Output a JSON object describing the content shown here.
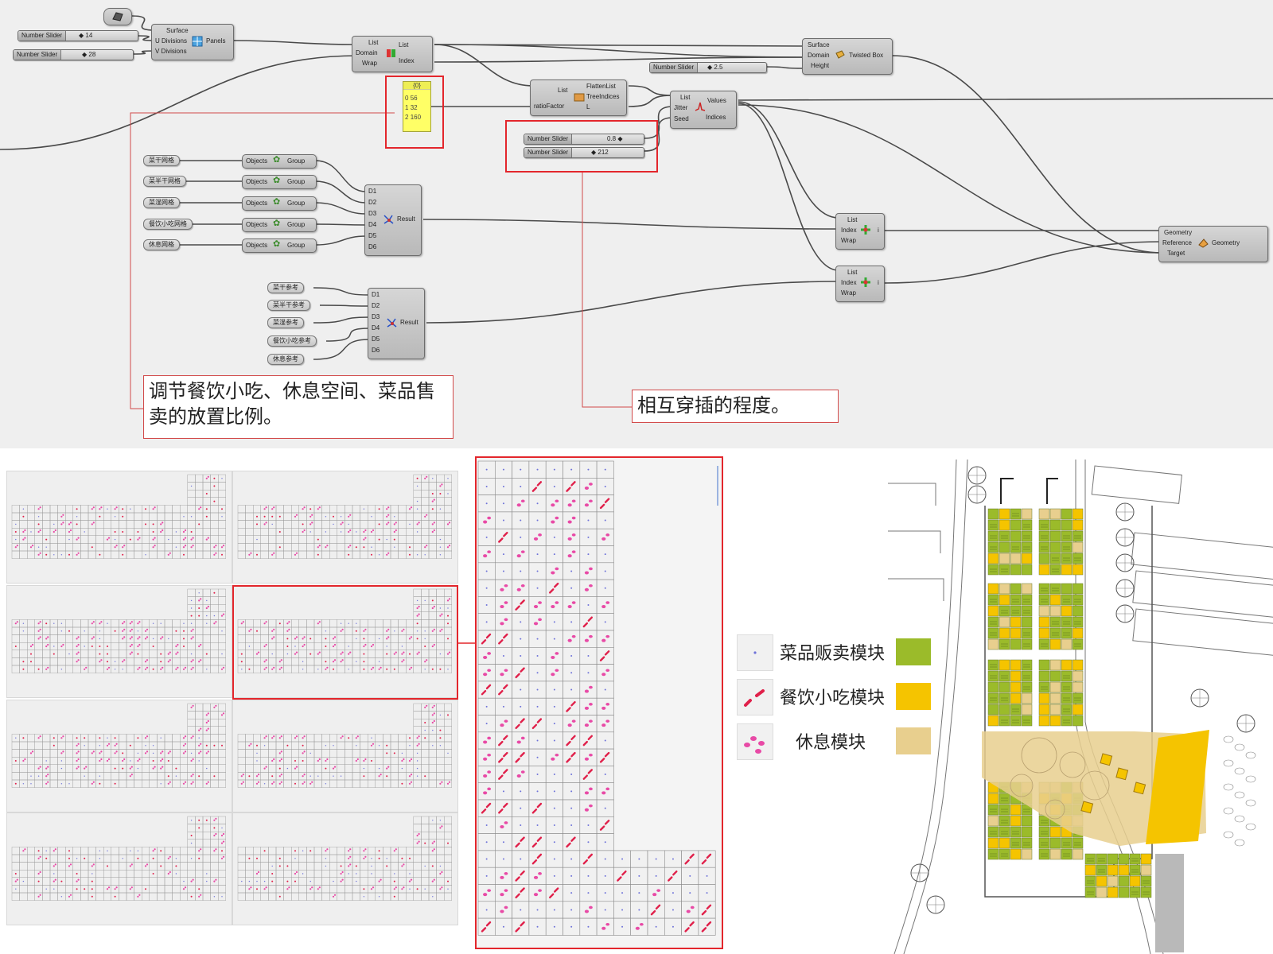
{
  "canvas": {
    "background": "#efefef",
    "wire_color": "#4a4a4a",
    "highlight_color": "#e3262c"
  },
  "sliders": [
    {
      "id": "s1",
      "name": "Number Slider",
      "value": "◆ 14"
    },
    {
      "id": "s2",
      "name": "Number Slider",
      "value": "◆ 28"
    },
    {
      "id": "s3",
      "name": "Number Slider",
      "value": "◆ 2.5"
    },
    {
      "id": "s4",
      "name": "Number Slider",
      "value": "0.8 ◆"
    },
    {
      "id": "s5",
      "name": "Number Slider",
      "value": "◆ 212"
    }
  ],
  "components": {
    "panels": {
      "inputs": [
        "Surface",
        "U Divisions",
        "V Divisions"
      ],
      "outputs": [
        "Panels"
      ]
    },
    "list_item_top": {
      "inputs": [
        "List",
        "Domain",
        "Wrap"
      ],
      "outputs": [
        "List",
        "Index"
      ]
    },
    "twisted_box": {
      "inputs": [
        "Surface",
        "Domain",
        "Height"
      ],
      "outputs": [
        "Twisted Box"
      ]
    },
    "flatten": {
      "inputs": [
        "List",
        "ratioFactor"
      ],
      "outputs": [
        "FlattenList",
        "TreeIndices",
        "L"
      ]
    },
    "jitter": {
      "inputs": [
        "List",
        "Jitter",
        "Seed"
      ],
      "outputs": [
        "Values",
        "Indices"
      ]
    },
    "merge1": {
      "inputs": [
        "D1",
        "D2",
        "D3",
        "D4",
        "D5",
        "D6"
      ],
      "outputs": [
        "Result"
      ]
    },
    "merge2": {
      "inputs": [
        "D1",
        "D2",
        "D3",
        "D4",
        "D5",
        "D6"
      ],
      "outputs": [
        "Result"
      ]
    },
    "list_item_a": {
      "inputs": [
        "List",
        "Index",
        "Wrap"
      ],
      "outputs": [
        "i"
      ]
    },
    "list_item_b": {
      "inputs": [
        "List",
        "Index",
        "Wrap"
      ],
      "outputs": [
        "i"
      ]
    },
    "orient": {
      "inputs": [
        "Geometry",
        "Reference",
        "Target"
      ],
      "outputs": [
        "Geometry"
      ]
    },
    "group_in": "Objects",
    "group_out": "Group"
  },
  "yellow_panel": {
    "header": "{0}",
    "rows": [
      {
        "i": "0",
        "v": "56"
      },
      {
        "i": "1",
        "v": "32"
      },
      {
        "i": "2",
        "v": "160"
      }
    ]
  },
  "grid_params": [
    "菜干网格",
    "菜半干网格",
    "菜湿网格",
    "餐饮小吃网格",
    "休息网格"
  ],
  "ref_params": [
    "菜干参考",
    "菜半干参考",
    "菜湿参考",
    "餐饮小吃参考",
    "休息参考"
  ],
  "notes": {
    "left": "调节餐饮小吃、休息空间、菜品售卖的放置比例。",
    "right": "相互穿插的程度。"
  },
  "legend": [
    {
      "label": "菜品贩卖模块",
      "color": "#9bbb2a"
    },
    {
      "label": "餐饮小吃模块",
      "color": "#f5c400"
    },
    {
      "label": "休息模块",
      "color": "#e8cf8e"
    }
  ],
  "colors": {
    "dot_blue": "#6f73d9",
    "dot_red": "#e0204a",
    "dot_pink": "#e84aa6",
    "grid_line": "#8a8a8a"
  }
}
